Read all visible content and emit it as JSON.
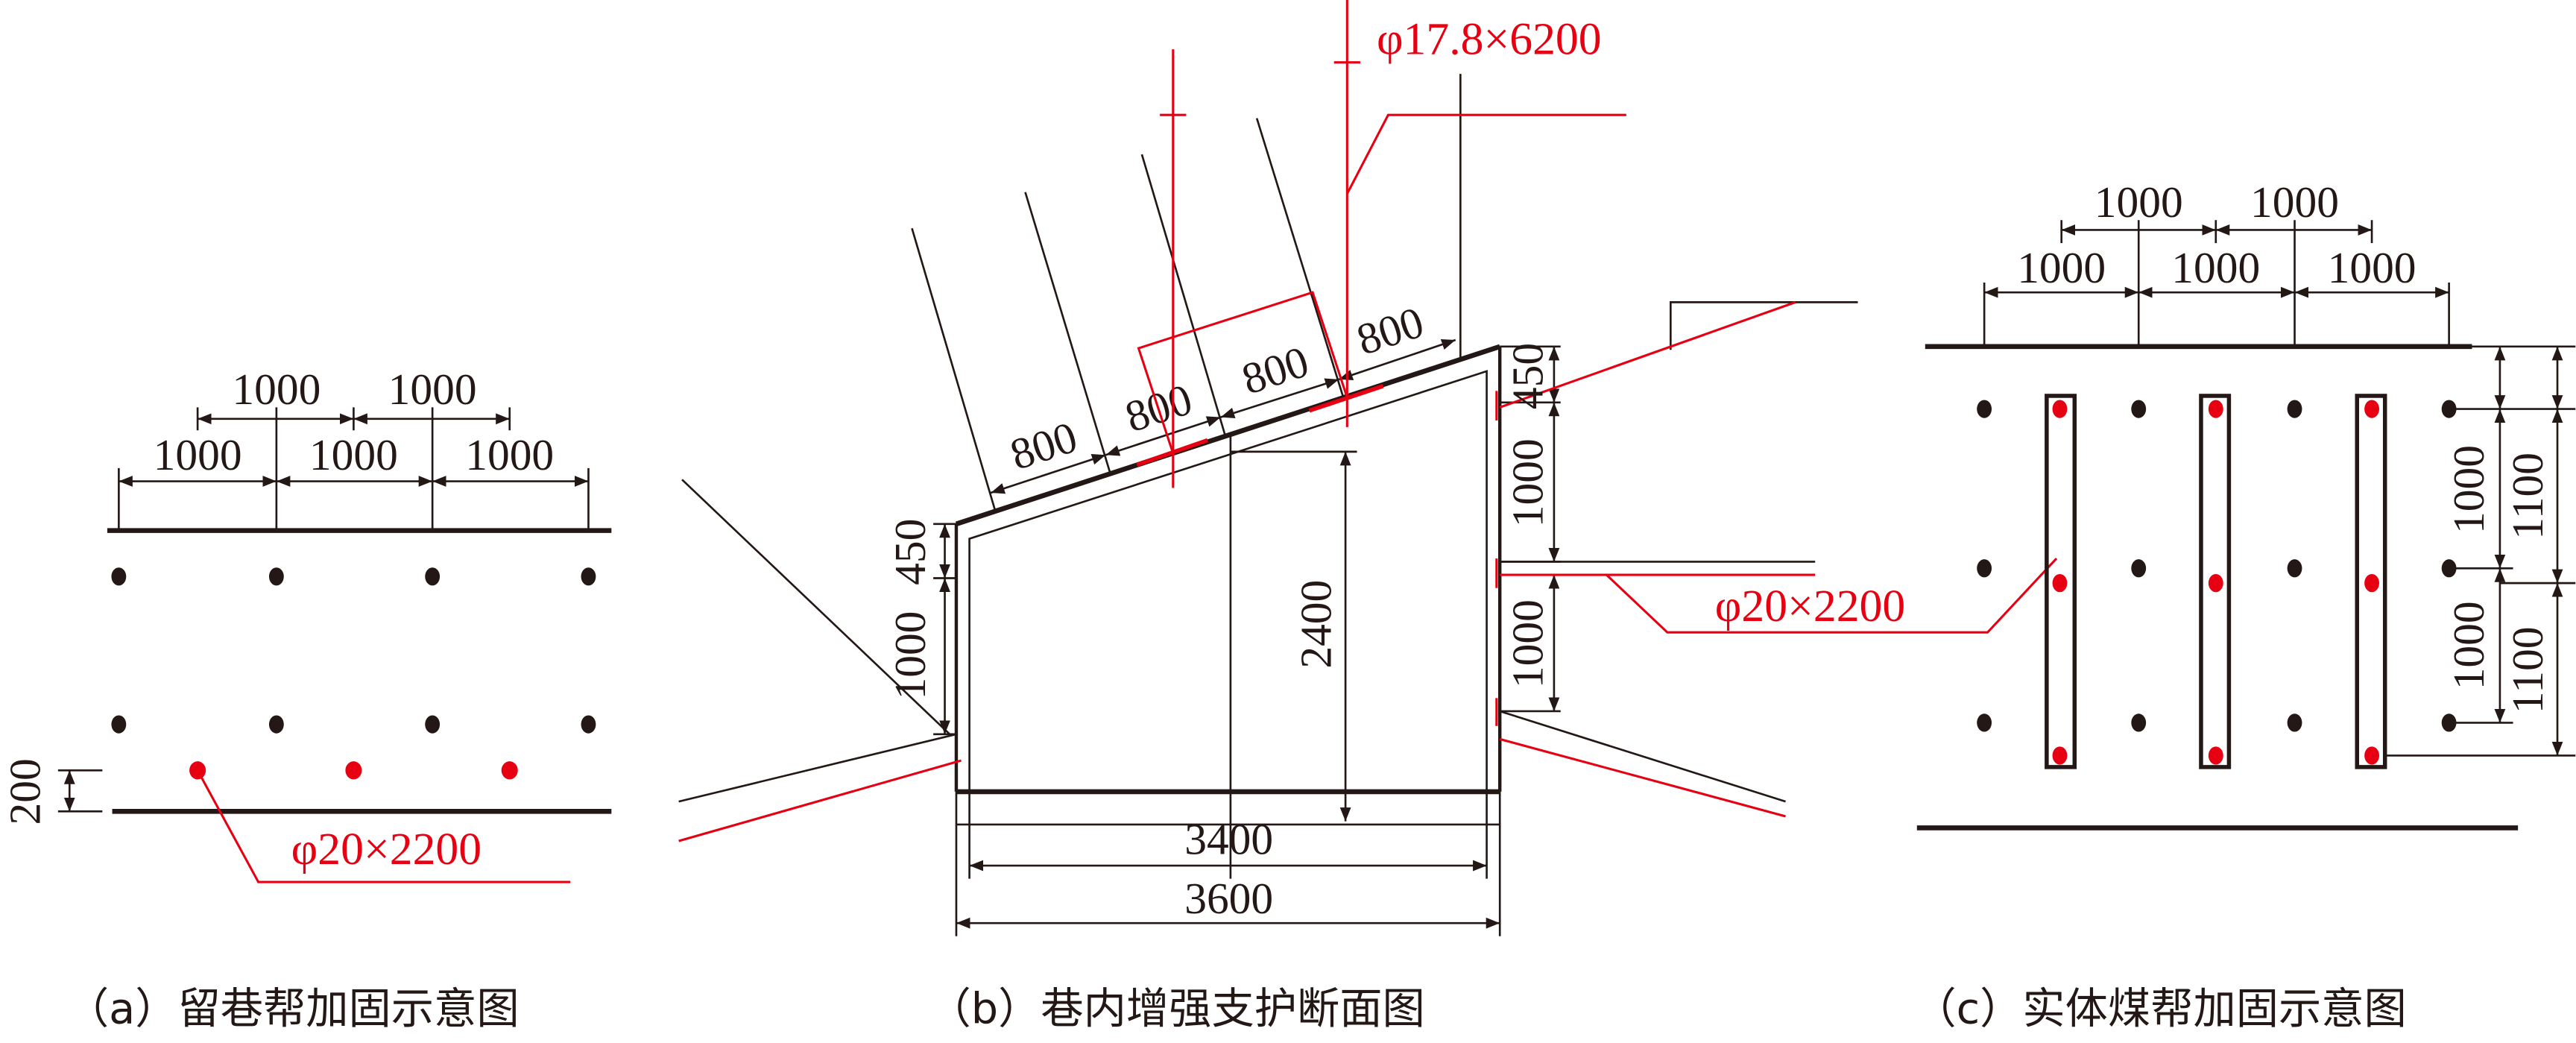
{
  "colors": {
    "line": "#231815",
    "accent": "#e60012"
  },
  "panel_a": {
    "caption": "（a）留巷帮加固示意图",
    "upper_spacing": [
      "1000",
      "1000"
    ],
    "lower_spacing": [
      "1000",
      "1000",
      "1000"
    ],
    "bottom_offset": "200",
    "bolt_spec": "φ20×2200"
  },
  "panel_b": {
    "caption": "（b）巷内增强支护断面图",
    "roof_spacing": [
      "800",
      "800",
      "800",
      "800"
    ],
    "cable_spec": "φ17.8×6200",
    "left_dims": [
      "450",
      "1000"
    ],
    "right_dims": [
      "450",
      "1000",
      "1000"
    ],
    "height": "2400",
    "inner_width": "3400",
    "outer_width": "3600",
    "bolt_spec": "φ20×2200"
  },
  "panel_c": {
    "caption": "（c）实体煤帮加固示意图",
    "upper_spacing": [
      "1000",
      "1000"
    ],
    "lower_spacing": [
      "1000",
      "1000",
      "1000"
    ],
    "right_dims_inner": [
      "1000",
      "1000"
    ],
    "right_dims_outer": [
      "1100",
      "1100"
    ]
  }
}
